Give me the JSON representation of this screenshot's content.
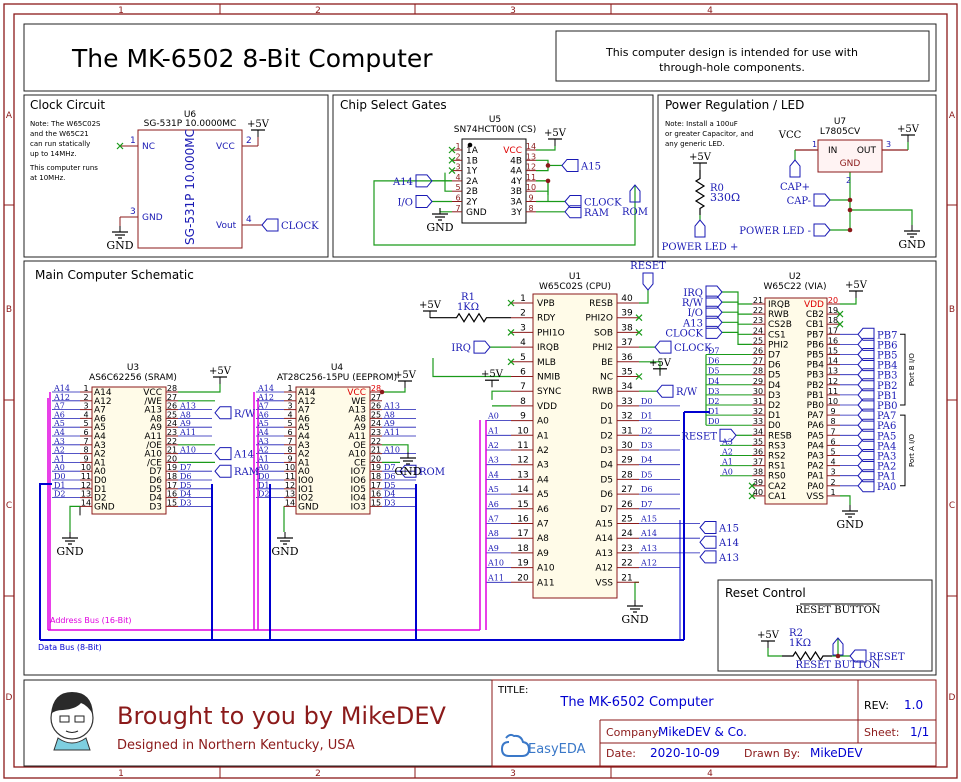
{
  "ruler": {
    "cols": [
      "1",
      "2",
      "3",
      "4"
    ],
    "rows": [
      "A",
      "B",
      "C",
      "D"
    ]
  },
  "header": {
    "title": "The MK-6502 8-Bit Computer",
    "note_line1": "This computer design is intended for use with",
    "note_line2": "through-hole components."
  },
  "clock": {
    "section": "Clock Circuit",
    "ref": "U6",
    "part": "SG-531P 10.0000MC",
    "body_text": "SG-531P 10.000MC",
    "note": [
      "Note: The W65C02S",
      "and the W65C21",
      "can run statically",
      "up to 14MHz."
    ],
    "note2": [
      "This computer runs",
      "at 10MHz."
    ],
    "pins": {
      "nc": "NC",
      "gnd": "GND",
      "vcc": "VCC",
      "vout": "Vout",
      "p1": "1",
      "p2": "2",
      "p3": "3",
      "p4": "4"
    },
    "pwr": "+5V",
    "gnd": "GND",
    "out": "CLOCK"
  },
  "gates": {
    "section": "Chip Select Gates",
    "ref": "U5",
    "part": "SN74HCT00N (CS)",
    "left": [
      "1A",
      "1B",
      "1Y",
      "2A",
      "2B",
      "2Y",
      "GND"
    ],
    "leftnum": [
      "1",
      "2",
      "3",
      "4",
      "5",
      "6",
      "7"
    ],
    "right": [
      "VCC",
      "4B",
      "4A",
      "4Y",
      "3B",
      "3A",
      "3Y"
    ],
    "rightnum": [
      "14",
      "13",
      "12",
      "11",
      "10",
      "9",
      "8"
    ],
    "a14": "A14",
    "io": "I/O",
    "a15": "A15",
    "rom": "ROM",
    "clock": "CLOCK",
    "ram": "RAM",
    "pwr": "+5V",
    "gnd": "GND"
  },
  "power": {
    "section": "Power Regulation / LED",
    "note": [
      "Note: Install a 100uF",
      "or greater Capacitor, and",
      "any generic LED."
    ],
    "ref": "U7",
    "part": "L7805CV",
    "pin_in": "IN",
    "pin_out": "OUT",
    "pin_gnd": "GND",
    "p1": "1",
    "p2": "2",
    "p3": "3",
    "vcc": "VCC",
    "pwr": "+5V",
    "capp": "CAP+",
    "capm": "CAP-",
    "led": "POWER LED -",
    "ledp": "POWER LED +",
    "r0": "R0",
    "r0val": "330Ω",
    "gnd": "GND"
  },
  "main": {
    "section": "Main Computer Schematic",
    "addr_bus": "Address Bus (16-Bit)",
    "data_bus": "Data Bus (8-Bit)",
    "cpu": {
      "ref": "U1",
      "part": "W65C02S (CPU)",
      "left": [
        "VPB",
        "RDY",
        "PHI1O",
        "IRQB",
        "MLB",
        "NMIB",
        "SYNC",
        "VDD",
        "A0",
        "A1",
        "A2",
        "A3",
        "A4",
        "A5",
        "A6",
        "A7",
        "A8",
        "A9",
        "A10",
        "A11"
      ],
      "leftnum": [
        "1",
        "2",
        "3",
        "4",
        "5",
        "6",
        "7",
        "8",
        "9",
        "10",
        "11",
        "12",
        "13",
        "14",
        "15",
        "16",
        "17",
        "18",
        "19",
        "20"
      ],
      "right": [
        "RESB",
        "PHI2O",
        "SOB",
        "PHI2",
        "BE",
        "NC",
        "RWB",
        "D0",
        "D1",
        "D2",
        "D3",
        "D4",
        "D5",
        "D6",
        "D7",
        "A15",
        "A14",
        "A13",
        "A12",
        "VSS"
      ],
      "rightnum": [
        "40",
        "39",
        "38",
        "37",
        "36",
        "35",
        "34",
        "33",
        "32",
        "31",
        "30",
        "29",
        "28",
        "27",
        "26",
        "25",
        "24",
        "23",
        "22",
        "21"
      ],
      "netl": [
        "A0",
        "A1",
        "A2",
        "A3",
        "A4",
        "A5",
        "A6",
        "A7",
        "A8",
        "A9",
        "A10",
        "A11"
      ],
      "netr": [
        "D0",
        "D1",
        "D2",
        "D3",
        "D4",
        "D5",
        "D6",
        "D7",
        "A15",
        "A14",
        "A13",
        "A12"
      ]
    },
    "r1": "R1",
    "r1val": "1KΩ",
    "pwr": "+5V",
    "irq": "IRQ",
    "clock": "CLOCK",
    "rw": "R/W",
    "reset": "RESET",
    "gnd": "GND",
    "via": {
      "ref": "U2",
      "part": "W65C22 (VIA)",
      "left": [
        "IRQB",
        "RWB",
        "CS2B",
        "CS1",
        "PHI2",
        "D7",
        "D6",
        "D5",
        "D4",
        "D3",
        "D2",
        "D1",
        "D0",
        "RESB",
        "RS3",
        "RS2",
        "RS1",
        "RS0",
        "CA2",
        "CA1"
      ],
      "leftnum": [
        "21",
        "22",
        "23",
        "24",
        "25",
        "26",
        "27",
        "28",
        "29",
        "30",
        "31",
        "32",
        "33",
        "34",
        "35",
        "36",
        "37",
        "38",
        "39",
        "40"
      ],
      "right": [
        "VDD",
        "CB2",
        "CB1",
        "PB7",
        "PB6",
        "PB5",
        "PB4",
        "PB3",
        "PB2",
        "PB1",
        "PB0",
        "PA7",
        "PA6",
        "PA5",
        "PA4",
        "PA3",
        "PA2",
        "PA1",
        "PA0",
        "VSS"
      ],
      "rightnum": [
        "20",
        "19",
        "18",
        "17",
        "16",
        "15",
        "14",
        "13",
        "12",
        "11",
        "10",
        "9",
        "8",
        "7",
        "6",
        "5",
        "4",
        "3",
        "2",
        "1"
      ],
      "inputs": [
        "IRQ",
        "R/W",
        "I/O",
        "A13",
        "CLOCK"
      ],
      "dnet": [
        "D7",
        "D6",
        "D5",
        "D4",
        "D3",
        "D2",
        "D1",
        "D0"
      ],
      "rsnet": [
        "A3",
        "A2",
        "A1",
        "A0"
      ],
      "portb": [
        "PB7",
        "PB6",
        "PB5",
        "PB4",
        "PB3",
        "PB2",
        "PB1",
        "PB0"
      ],
      "porta": [
        "PA7",
        "PA6",
        "PA5",
        "PA4",
        "PA3",
        "PA2",
        "PA1",
        "PA0"
      ],
      "portb_label": "Port B I/O",
      "porta_label": "Port A I/O"
    },
    "sram": {
      "ref": "U3",
      "part": "AS6C62256 (SRAM)",
      "left": [
        "A14",
        "A12",
        "A7",
        "A6",
        "A5",
        "A4",
        "A3",
        "A2",
        "A1",
        "A0",
        "D0",
        "D1",
        "D2",
        "GND"
      ],
      "leftnum": [
        "1",
        "2",
        "3",
        "4",
        "5",
        "6",
        "7",
        "8",
        "9",
        "10",
        "11",
        "12",
        "13",
        "14"
      ],
      "right": [
        "VCC",
        "/WE",
        "A13",
        "A8",
        "A9",
        "A11",
        "/OE",
        "A10",
        "/CE",
        "D7",
        "D6",
        "D5",
        "D4",
        "D3"
      ],
      "rightnum": [
        "28",
        "27",
        "26",
        "25",
        "24",
        "23",
        "22",
        "21",
        "20",
        "19",
        "18",
        "17",
        "16",
        "15"
      ],
      "netl": [
        "A14",
        "A12",
        "A7",
        "A6",
        "A5",
        "A4",
        "A3",
        "A2",
        "A1",
        "A0",
        "D0",
        "D1",
        "D2"
      ],
      "netr": [
        "",
        "",
        "A13",
        "A8",
        "A9",
        "A11",
        "",
        "A10",
        "",
        "D7",
        "D6",
        "D5",
        "D4",
        "D3"
      ],
      "rw": "R/W",
      "a14": "A14",
      "ram": "RAM"
    },
    "eeprom": {
      "ref": "U4",
      "part": "AT28C256-15PU (EEPROM)",
      "left": [
        "A14",
        "A12",
        "A7",
        "A6",
        "A5",
        "A4",
        "A3",
        "A2",
        "A1",
        "A0",
        "IO0",
        "IO1",
        "IO2",
        "GND"
      ],
      "leftnum": [
        "1",
        "2",
        "3",
        "4",
        "5",
        "6",
        "7",
        "8",
        "9",
        "10",
        "11",
        "12",
        "13",
        "14"
      ],
      "right": [
        "VCC",
        "WE",
        "A13",
        "A8",
        "A9",
        "A11",
        "OE",
        "A10",
        "CE",
        "IO7",
        "IO6",
        "IO5",
        "IO4",
        "IO3"
      ],
      "rightnum": [
        "28",
        "27",
        "26",
        "25",
        "24",
        "23",
        "22",
        "21",
        "20",
        "19",
        "18",
        "17",
        "16",
        "15"
      ],
      "netl": [
        "A14",
        "A12",
        "A7",
        "A6",
        "A5",
        "A4",
        "A3",
        "A2",
        "A1",
        "A0",
        "D0",
        "D1",
        "D2"
      ],
      "netr": [
        "",
        "",
        "A13",
        "A8",
        "A9",
        "A11",
        "",
        "A10",
        "",
        "D7",
        "D6",
        "D5",
        "D4",
        "D3"
      ],
      "rom": "ROM"
    },
    "a15": "A15",
    "a14": "A14",
    "a13": "A13"
  },
  "reset": {
    "section": "Reset Control",
    "button": "RESET BUTTON",
    "r2": "R2",
    "r2val": "1KΩ",
    "pwr": "+5V",
    "net": "RESET"
  },
  "footer": {
    "brought": "Brought to you by MikeDEV",
    "designed": "Designed in Northern Kentucky, USA",
    "title_label": "TITLE:",
    "title": "The MK-6502 Computer",
    "rev_label": "REV:",
    "rev": "1.0",
    "company_label": "Company:",
    "company": "MikeDEV & Co.",
    "sheet_label": "Sheet:",
    "sheet": "1/1",
    "date_label": "Date:",
    "date": "2020-10-09",
    "drawn_label": "Drawn By:",
    "drawn": "MikeDEV",
    "logo": "EasyEDA"
  },
  "colors": {
    "frame": "#8b1a1a",
    "wire": "#1a9a1a",
    "net": "#1a1ab4",
    "pin": "#8b1a1a",
    "addr": "#e000e0",
    "data": "#0000d0"
  }
}
